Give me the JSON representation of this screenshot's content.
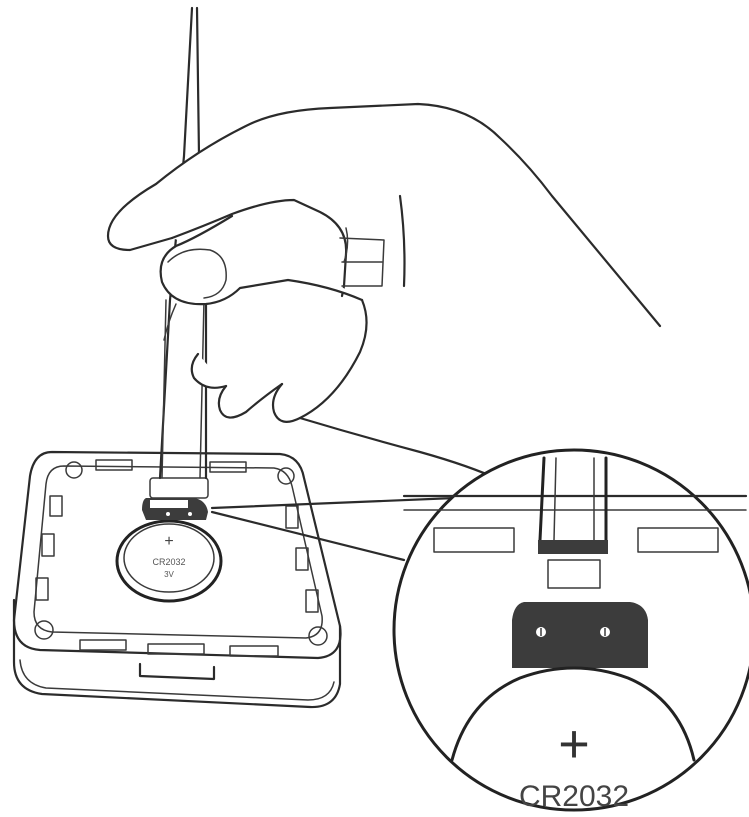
{
  "battery": {
    "small_plus": "+",
    "small_model": "CR2032",
    "small_code": "3V",
    "large_plus": "+",
    "large_model": "CR2032"
  },
  "colors": {
    "line": "#2b2b2b",
    "clip_fill": "#3c3c3c",
    "background": "#ffffff"
  }
}
